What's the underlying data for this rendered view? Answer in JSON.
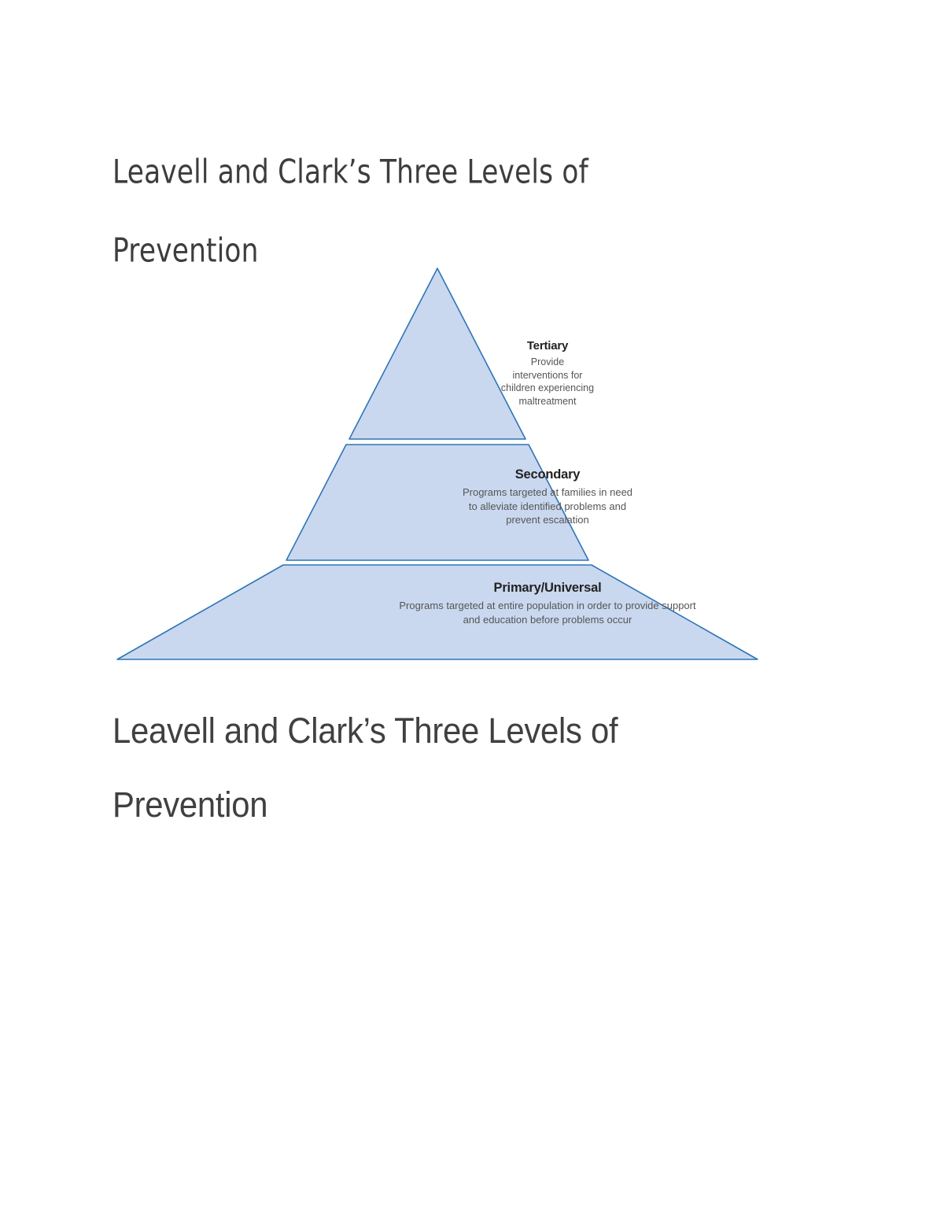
{
  "document": {
    "heading_top": "Leavell and Clark’s Three Levels of Prevention",
    "heading_bottom": "Leavell and Clark’s Three Levels of Prevention"
  },
  "colors": {
    "tier_fill": "#c9d8ef",
    "tier_stroke": "#2e75b6",
    "heading_top_color": "#3d3d3d",
    "heading_bottom_color": "#404040",
    "tier_title_color": "#222222",
    "tier_desc_color": "#555555",
    "page_background": "#ffffff"
  },
  "chart_data": {
    "type": "pyramid",
    "title": "Leavell and Clark’s Three Levels of Prevention",
    "orientation": "apex-up",
    "legend": "none",
    "grid": false,
    "levels": [
      {
        "order": 1,
        "position": "top",
        "label": "Tertiary",
        "description": "Provide interventions for children experiencing maltreatment",
        "description_lines": [
          "Provide",
          "interventions for",
          "children experiencing",
          "maltreatment"
        ],
        "fill": "#c9d8ef",
        "stroke": "#2e75b6"
      },
      {
        "order": 2,
        "position": "middle",
        "label": "Secondary",
        "description": "Programs targeted at families in need to alleviate identified problems and prevent escalation",
        "description_lines": [
          "Programs targeted at families in need",
          "to alleviate identified problems and",
          "prevent escalation"
        ],
        "fill": "#c9d8ef",
        "stroke": "#2e75b6"
      },
      {
        "order": 3,
        "position": "bottom",
        "label": "Primary/Universal",
        "description": "Programs targeted at entire population in order to provide support and education before problems occur",
        "description_lines": [
          "Programs targeted at entire population in order to provide support",
          "and education before problems occur"
        ],
        "fill": "#c9d8ef",
        "stroke": "#2e75b6"
      }
    ]
  }
}
